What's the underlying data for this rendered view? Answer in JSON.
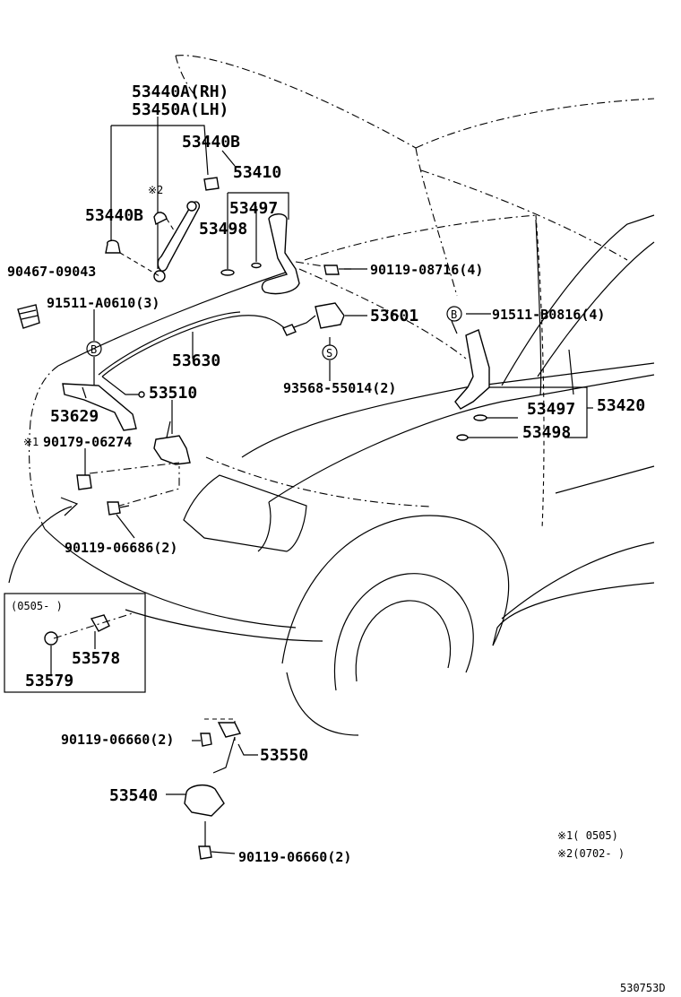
{
  "labels": {
    "p53440a": "53440A(RH)",
    "p53450a": "53450A(LH)",
    "p53440b_top": "53440B",
    "p53410": "53410",
    "note2_mark": "※2",
    "p53497_top": "53497",
    "p53440b_left": "53440B",
    "p53498_top": "53498",
    "p90467": "90467-09043",
    "p90119_08716": "90119-08716(4)",
    "p91511_a0610": "91511-A0610(3)",
    "p53601": "53601",
    "p91511_b0816": "91511-B0816(4)",
    "mark_b_left": "B",
    "mark_b_right": "B",
    "mark_s": "S",
    "p53630": "53630",
    "p93568": "93568-55014(2)",
    "p53510": "53510",
    "p53629": "53629",
    "p53497_right": "53497",
    "p53420": "53420",
    "note1_mark": "※1",
    "p90179": "90179-06274",
    "p53498_right": "53498",
    "p90119_06686": "90119-06686(2)",
    "inset_range": "(0505-      )",
    "p53578": "53578",
    "p53579": "53579",
    "p90119_06660_a": "90119-06660(2)",
    "p53550": "53550",
    "p53540": "53540",
    "p90119_06660_b": "90119-06660(2)",
    "footnote1": "※1(        0505)",
    "footnote2": "※2(0702-      )",
    "diagram_code": "530753D"
  }
}
